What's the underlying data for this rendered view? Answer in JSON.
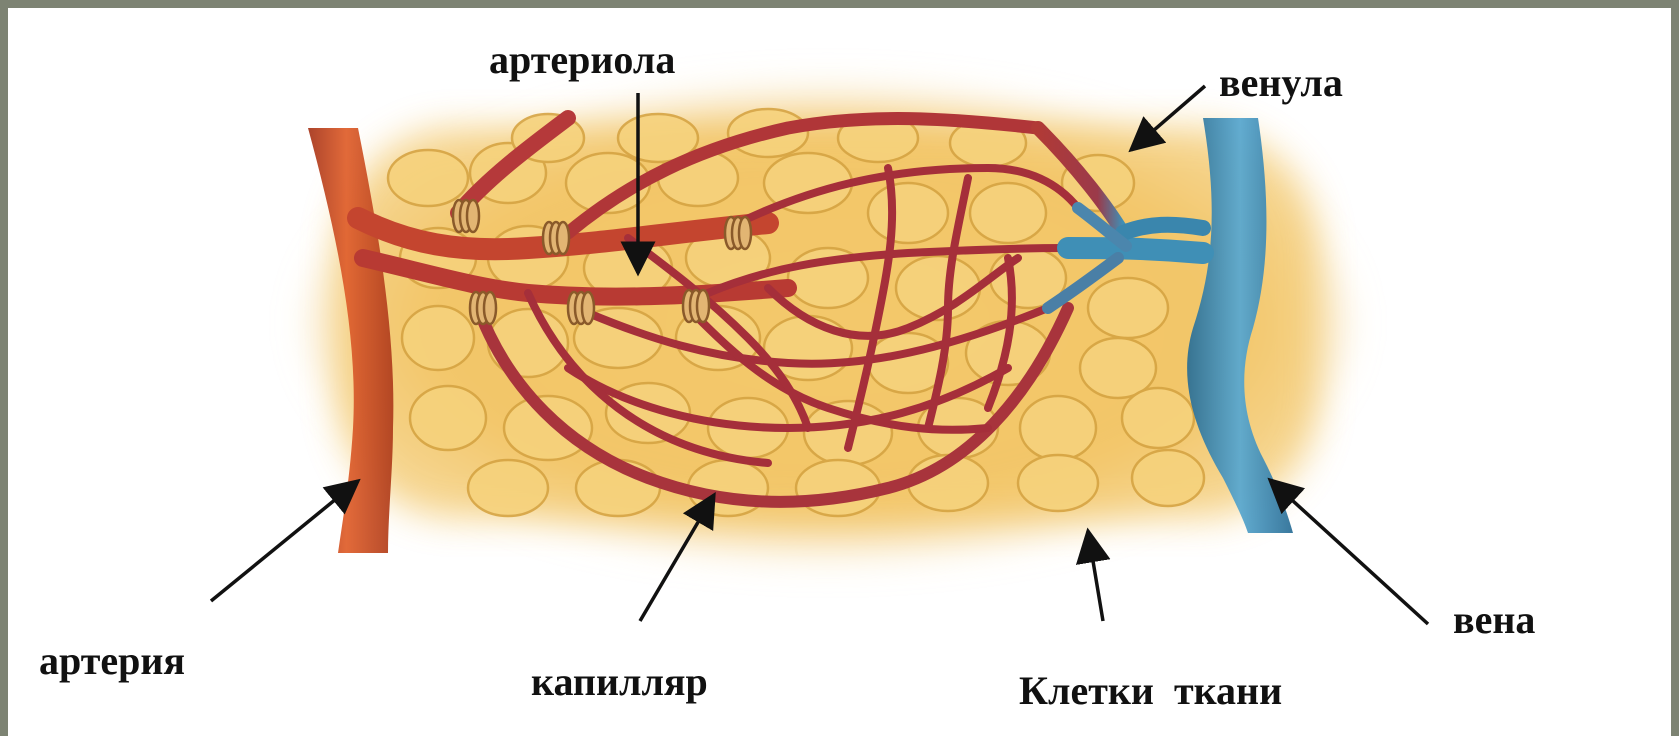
{
  "labels": {
    "arteriola": "артериола",
    "venula": "венула",
    "arteria": "артерия",
    "kapillyar": "капилляр",
    "kletki": "Клетки  ткани",
    "vena": "вена"
  },
  "colors": {
    "frame": "#7d8373",
    "tissue": "#f3c86a",
    "cell_outline": "#d6a443",
    "artery": "#c8452a",
    "arteriole": "#b63a35",
    "capillary": "#a8323a",
    "vein": "#3f8fb6",
    "sphincter": "#e2b573",
    "arrow": "#111111"
  }
}
